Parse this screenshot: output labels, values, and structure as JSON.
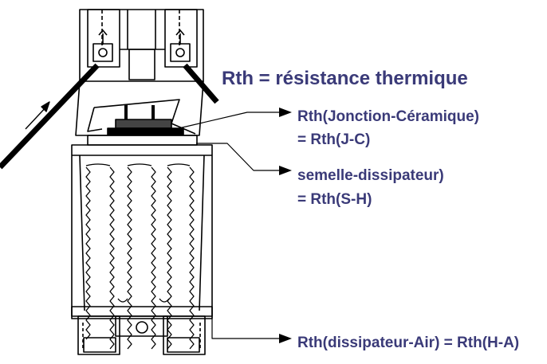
{
  "title": "Rth = résistance thermique",
  "callouts": [
    {
      "line1": "Rth(Jonction-Céramique)",
      "line2": "= Rth(J-C)"
    },
    {
      "line1": "semelle-dissipateur)",
      "line2": "= Rth(S-H)"
    },
    {
      "line1": "Rth(dissipateur-Air) = Rth(H-A)"
    }
  ],
  "colors": {
    "label_text": "#3a3a78",
    "drawing": "#000000"
  }
}
